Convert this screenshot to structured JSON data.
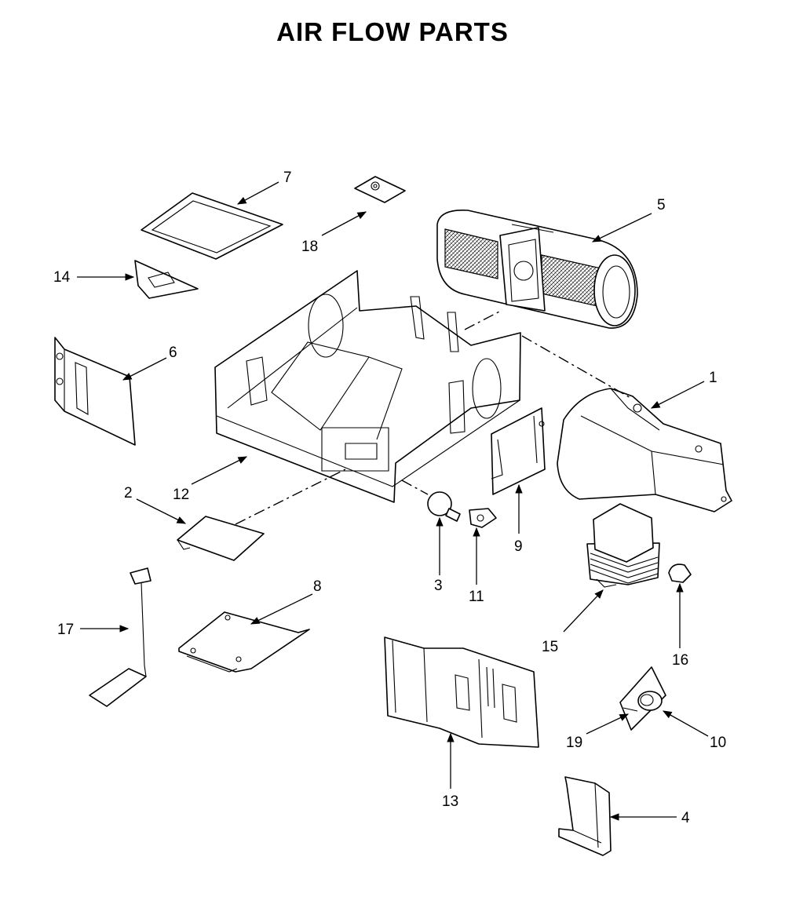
{
  "title": "AIR FLOW PARTS",
  "parts": [
    {
      "id": "1",
      "label": "1"
    },
    {
      "id": "2",
      "label": "2"
    },
    {
      "id": "3",
      "label": "3"
    },
    {
      "id": "4",
      "label": "4"
    },
    {
      "id": "5",
      "label": "5"
    },
    {
      "id": "6",
      "label": "6"
    },
    {
      "id": "7",
      "label": "7"
    },
    {
      "id": "8",
      "label": "8"
    },
    {
      "id": "9",
      "label": "9"
    },
    {
      "id": "10",
      "label": "10"
    },
    {
      "id": "11",
      "label": "11"
    },
    {
      "id": "12",
      "label": "12"
    },
    {
      "id": "13",
      "label": "13"
    },
    {
      "id": "14",
      "label": "14"
    },
    {
      "id": "15",
      "label": "15"
    },
    {
      "id": "16",
      "label": "16"
    },
    {
      "id": "17",
      "label": "17"
    },
    {
      "id": "18",
      "label": "18"
    },
    {
      "id": "19",
      "label": "19"
    }
  ]
}
